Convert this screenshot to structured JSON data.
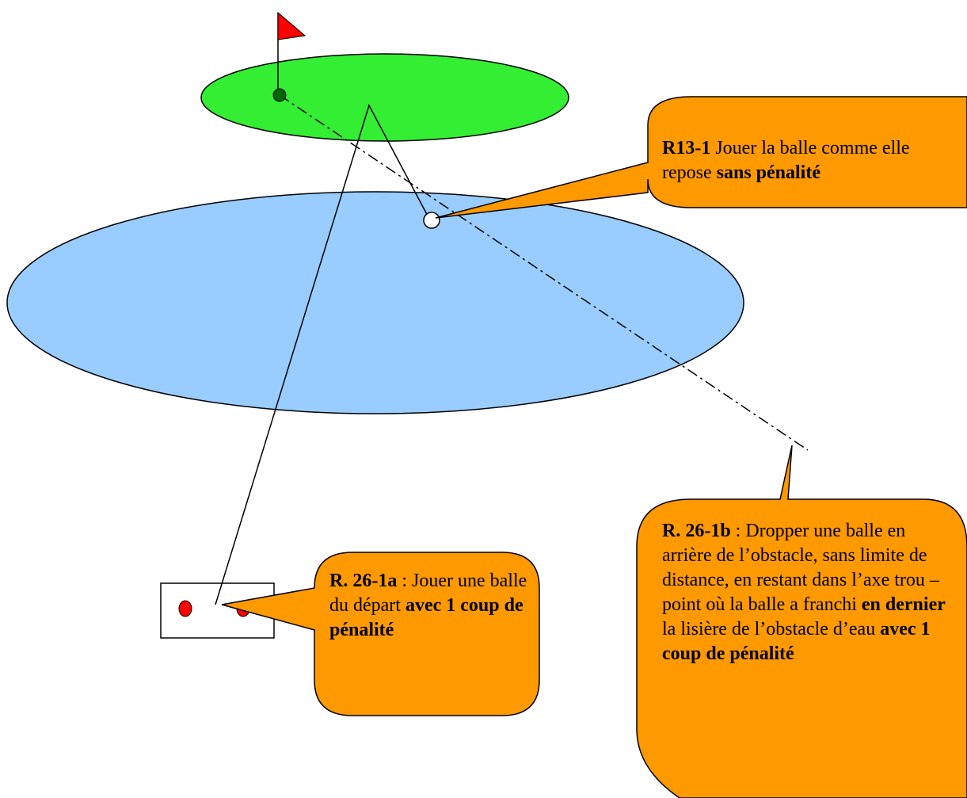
{
  "colors": {
    "green": "#33ee33",
    "water": "#99ccff",
    "callout": "#ff9900",
    "flag": "#ff0000",
    "tee_marker": "#ff0000"
  },
  "icons": {
    "flag": "flag-icon",
    "hole": "hole-marker",
    "ball": "ball-icon"
  },
  "callouts": {
    "r13": {
      "rule": "R13-1",
      "text": " Jouer la balle comme elle repose ",
      "emphasis": "sans pénalité"
    },
    "r26a": {
      "rule": "R. 26-1a",
      "text": " : Jouer une balle du départ ",
      "emphasis": "avec 1 coup de pénalité"
    },
    "r26b": {
      "rule": "R. 26-1b",
      "text_1": " : Dropper une balle en arrière de l’obstacle, sans limite de distance, en restant dans l’axe trou – point où la balle a franchi ",
      "emphasis_1": "en dernier",
      "text_2": " la lisière de l’obstacle d’eau ",
      "emphasis_2": "avec 1 coup de pénalité"
    }
  }
}
